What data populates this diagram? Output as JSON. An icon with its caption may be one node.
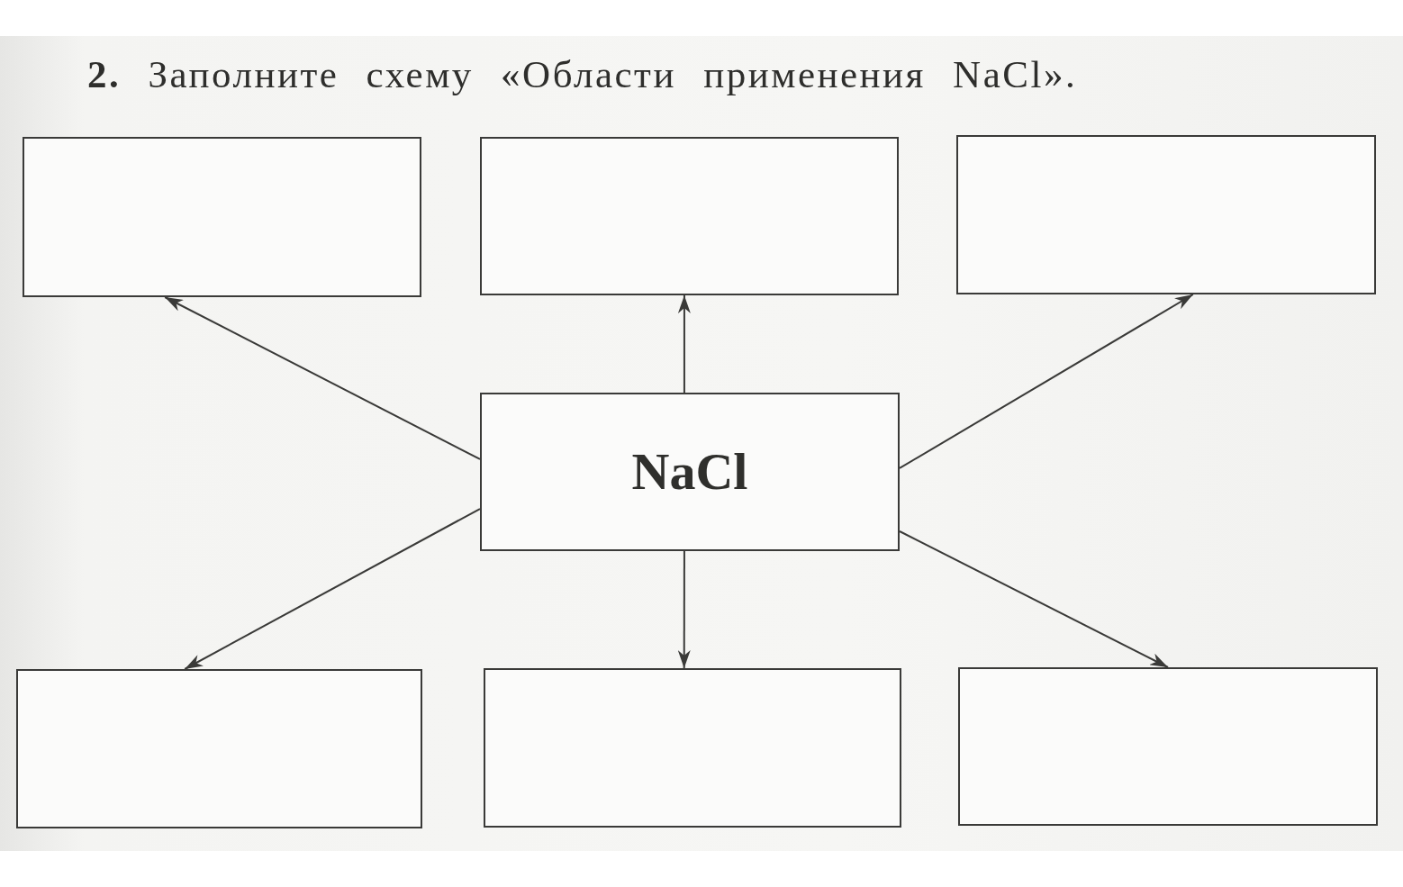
{
  "diagram": {
    "title": "**2.** Заполните схему «Области применения NaCl».",
    "nodes": [
      {
        "text": [],
        "shape": "box"
      },
      {
        "text": [],
        "shape": "box"
      },
      {
        "text": [],
        "shape": "box"
      },
      {
        "text": [
          "NaCl"
        ]
      },
      {
        "text": [],
        "shape": "box"
      },
      {
        "text": [],
        "shape": "box"
      },
      {
        "text": [],
        "shape": "box"
      }
    ],
    "edges": [
      {
        "from": 3,
        "to": 0,
        "arrow": "to"
      },
      {
        "from": 3,
        "to": 1,
        "arrow": "to"
      },
      {
        "from": 3,
        "to": 2,
        "arrow": "to"
      },
      {
        "from": 3,
        "to": 4,
        "arrow": "to"
      },
      {
        "from": 3,
        "to": 5,
        "arrow": "to"
      },
      {
        "from": 3,
        "to": 6,
        "arrow": "to"
      }
    ]
  }
}
